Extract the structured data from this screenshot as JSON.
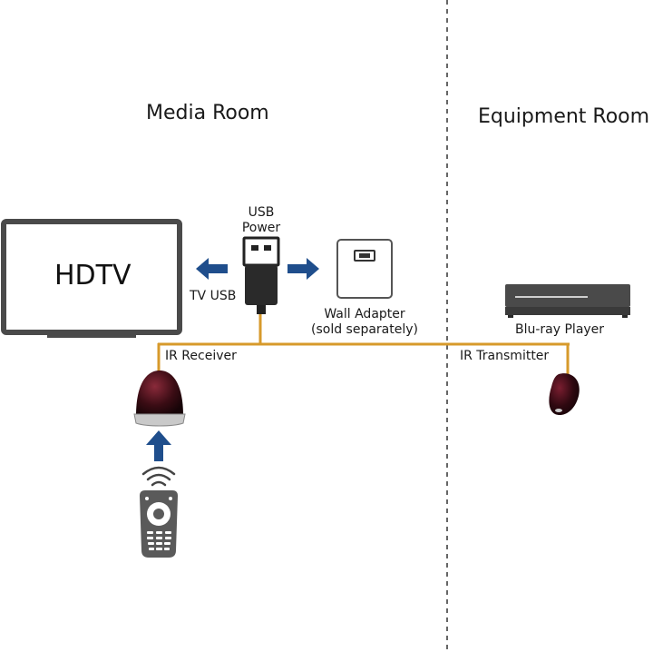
{
  "rooms": {
    "left_title": "Media Room",
    "right_title": "Equipment Room"
  },
  "devices": {
    "tv_label": "HDTV",
    "usb_power_line1": "USB",
    "usb_power_line2": "Power",
    "tv_usb_label": "TV USB",
    "wall_adapter_line1": "Wall Adapter",
    "wall_adapter_line2": "(sold separately)",
    "bluray_label": "Blu-ray Player",
    "ir_receiver_label": "IR Receiver",
    "ir_transmitter_label": "IR Transmitter"
  },
  "colors": {
    "cable": "#d79a2b",
    "arrow": "#1f4e8c",
    "device_dark": "#2a2a2a",
    "divider": "#333333"
  },
  "icons": [
    "tv-icon",
    "usb-plug-icon",
    "arrow-left-icon",
    "arrow-right-icon",
    "wall-adapter-icon",
    "bluray-player-icon",
    "ir-receiver-icon",
    "ir-transmitter-icon",
    "arrow-up-icon",
    "signal-waves-icon",
    "remote-control-icon"
  ]
}
